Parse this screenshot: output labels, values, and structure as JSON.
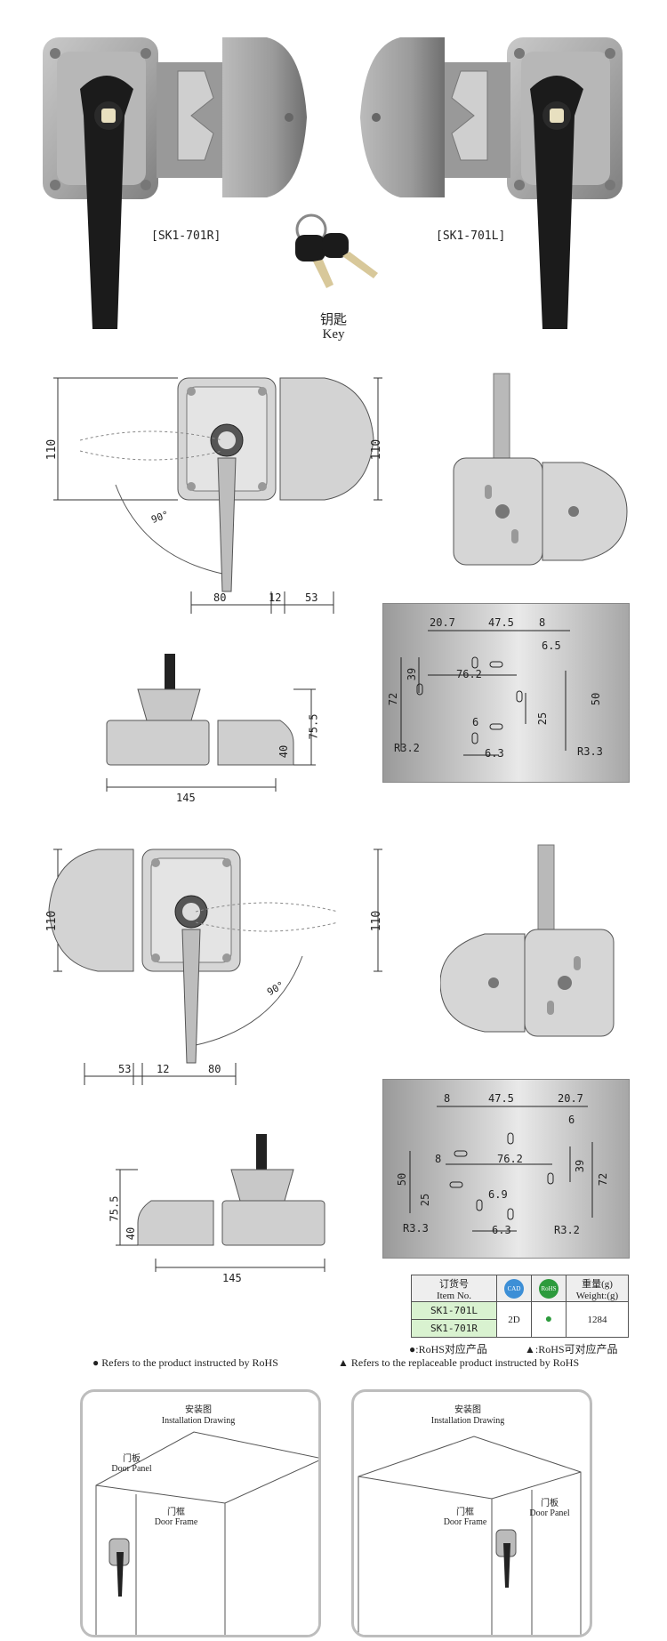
{
  "product": {
    "model_right": "[SK1-701R]",
    "model_left": "[SK1-701L]",
    "key_cn": "钥匙",
    "key_en": "Key"
  },
  "drawing1": {
    "h_left": "110",
    "h_right": "110",
    "angle": "90°",
    "w_body": "80",
    "w_gap": "12",
    "w_striker": "53"
  },
  "side1": {
    "h_total": "75.5",
    "h_body": "40",
    "w_total": "145"
  },
  "cutout1": {
    "d1": "20.7",
    "d2": "47.5",
    "d3": "8",
    "d4": "6.5",
    "d5": "39",
    "d6": "72",
    "d7": "76.2",
    "d8": "50",
    "d9": "25",
    "d10": "6",
    "d11": "R3.2",
    "d12": "6.3",
    "d13": "R3.3"
  },
  "drawing2": {
    "h_left": "110",
    "h_right": "110",
    "angle": "90°",
    "w_striker": "53",
    "w_gap": "12",
    "w_body": "80"
  },
  "side2": {
    "h_total": "75.5",
    "h_body": "40",
    "w_total": "145"
  },
  "cutout2": {
    "d1": "8",
    "d2": "47.5",
    "d3": "20.7",
    "d4": "6",
    "d5": "8",
    "d6": "76.2",
    "d7": "39",
    "d8": "72",
    "d9": "50",
    "d10": "25",
    "d11": "6.9",
    "d12": "R3.3",
    "d13": "6.3",
    "d14": "R3.2"
  },
  "spec_table": {
    "hdr_item_cn": "订货号",
    "hdr_item_en": "Item No.",
    "hdr_cad": "CAD",
    "hdr_rohs": "RoHS",
    "hdr_weight_cn": "重量(g)",
    "hdr_weight_en": "Weight:(g)",
    "item1": "SK1-701L",
    "item2": "SK1-701R",
    "cad": "2D",
    "rohs": "●",
    "weight": "1284"
  },
  "legend": {
    "cn1": "●:RoHS对应产品",
    "cn2": "▲:RoHS可对应产品",
    "en1": "● Refers to the product instructed by RoHS",
    "en2": "▲ Refers to the replaceable product instructed by RoHS"
  },
  "install": {
    "title_cn": "安装图",
    "title_en": "Installation Drawing",
    "door_cn": "门板",
    "door_en": "Door Panel",
    "frame_cn": "门框",
    "frame_en": "Door Frame"
  },
  "colors": {
    "rohs_green": "#2d9b3d",
    "cad_blue": "#3d8fd6",
    "table_green": "#d9f2d0"
  }
}
